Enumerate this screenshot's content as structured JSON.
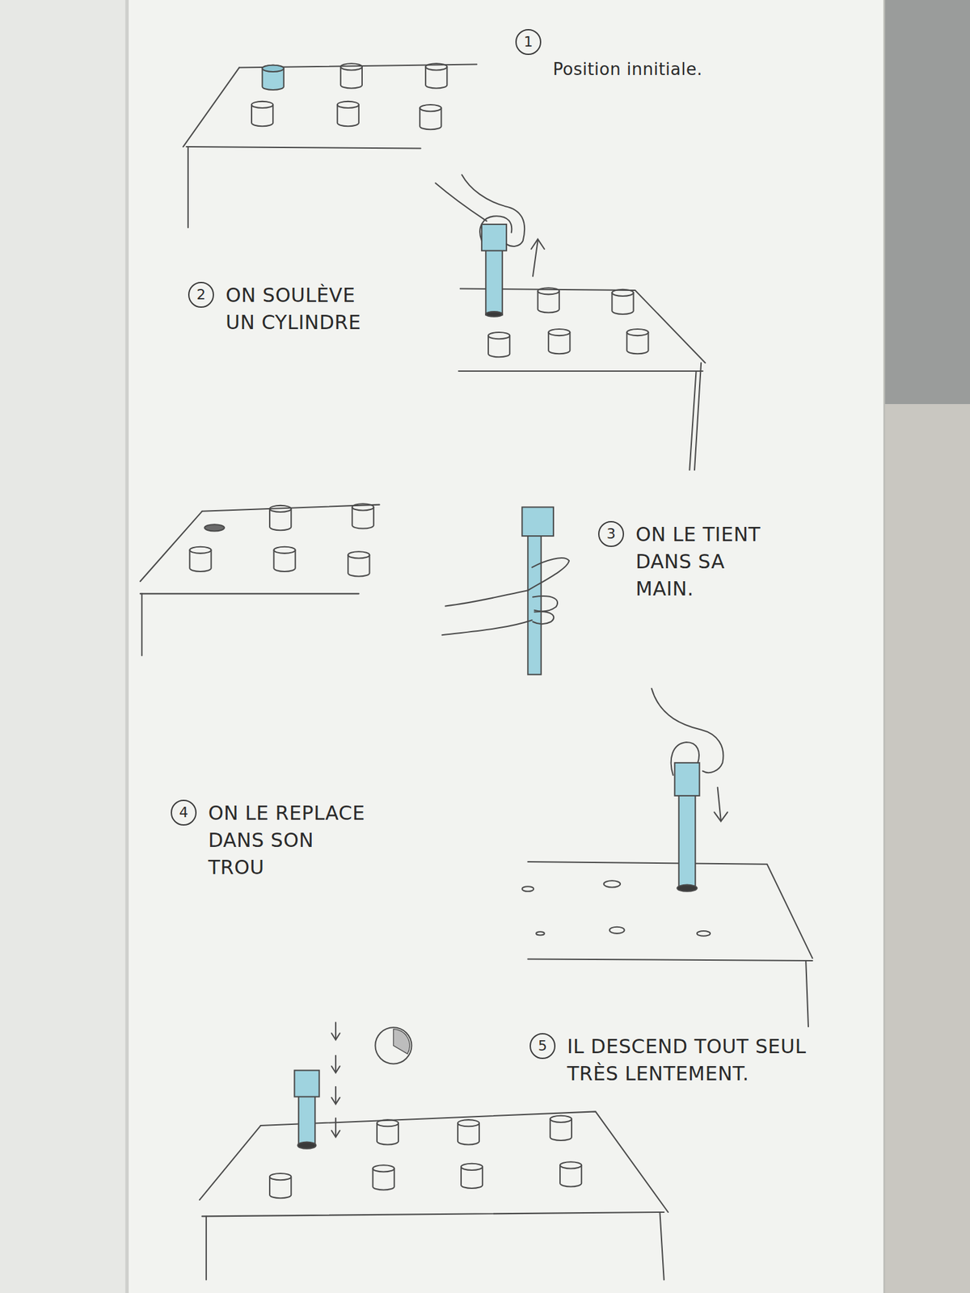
{
  "diagram": {
    "nodes": [
      {
        "text": [
          "1",
          "Position innitiale."
        ]
      },
      {
        "text": [
          "2",
          "ON SOULÈVE UN CYLINDRE"
        ]
      },
      {
        "text": [
          "3",
          "ON LE TIENT DANS SA MAIN."
        ]
      },
      {
        "text": [
          "4",
          "ON LE REPLACE DANS SON TROU"
        ]
      },
      {
        "text": [
          "5",
          "IL DESCEND TOUT SEUL TRÈS LENTEMENT."
        ]
      }
    ]
  }
}
